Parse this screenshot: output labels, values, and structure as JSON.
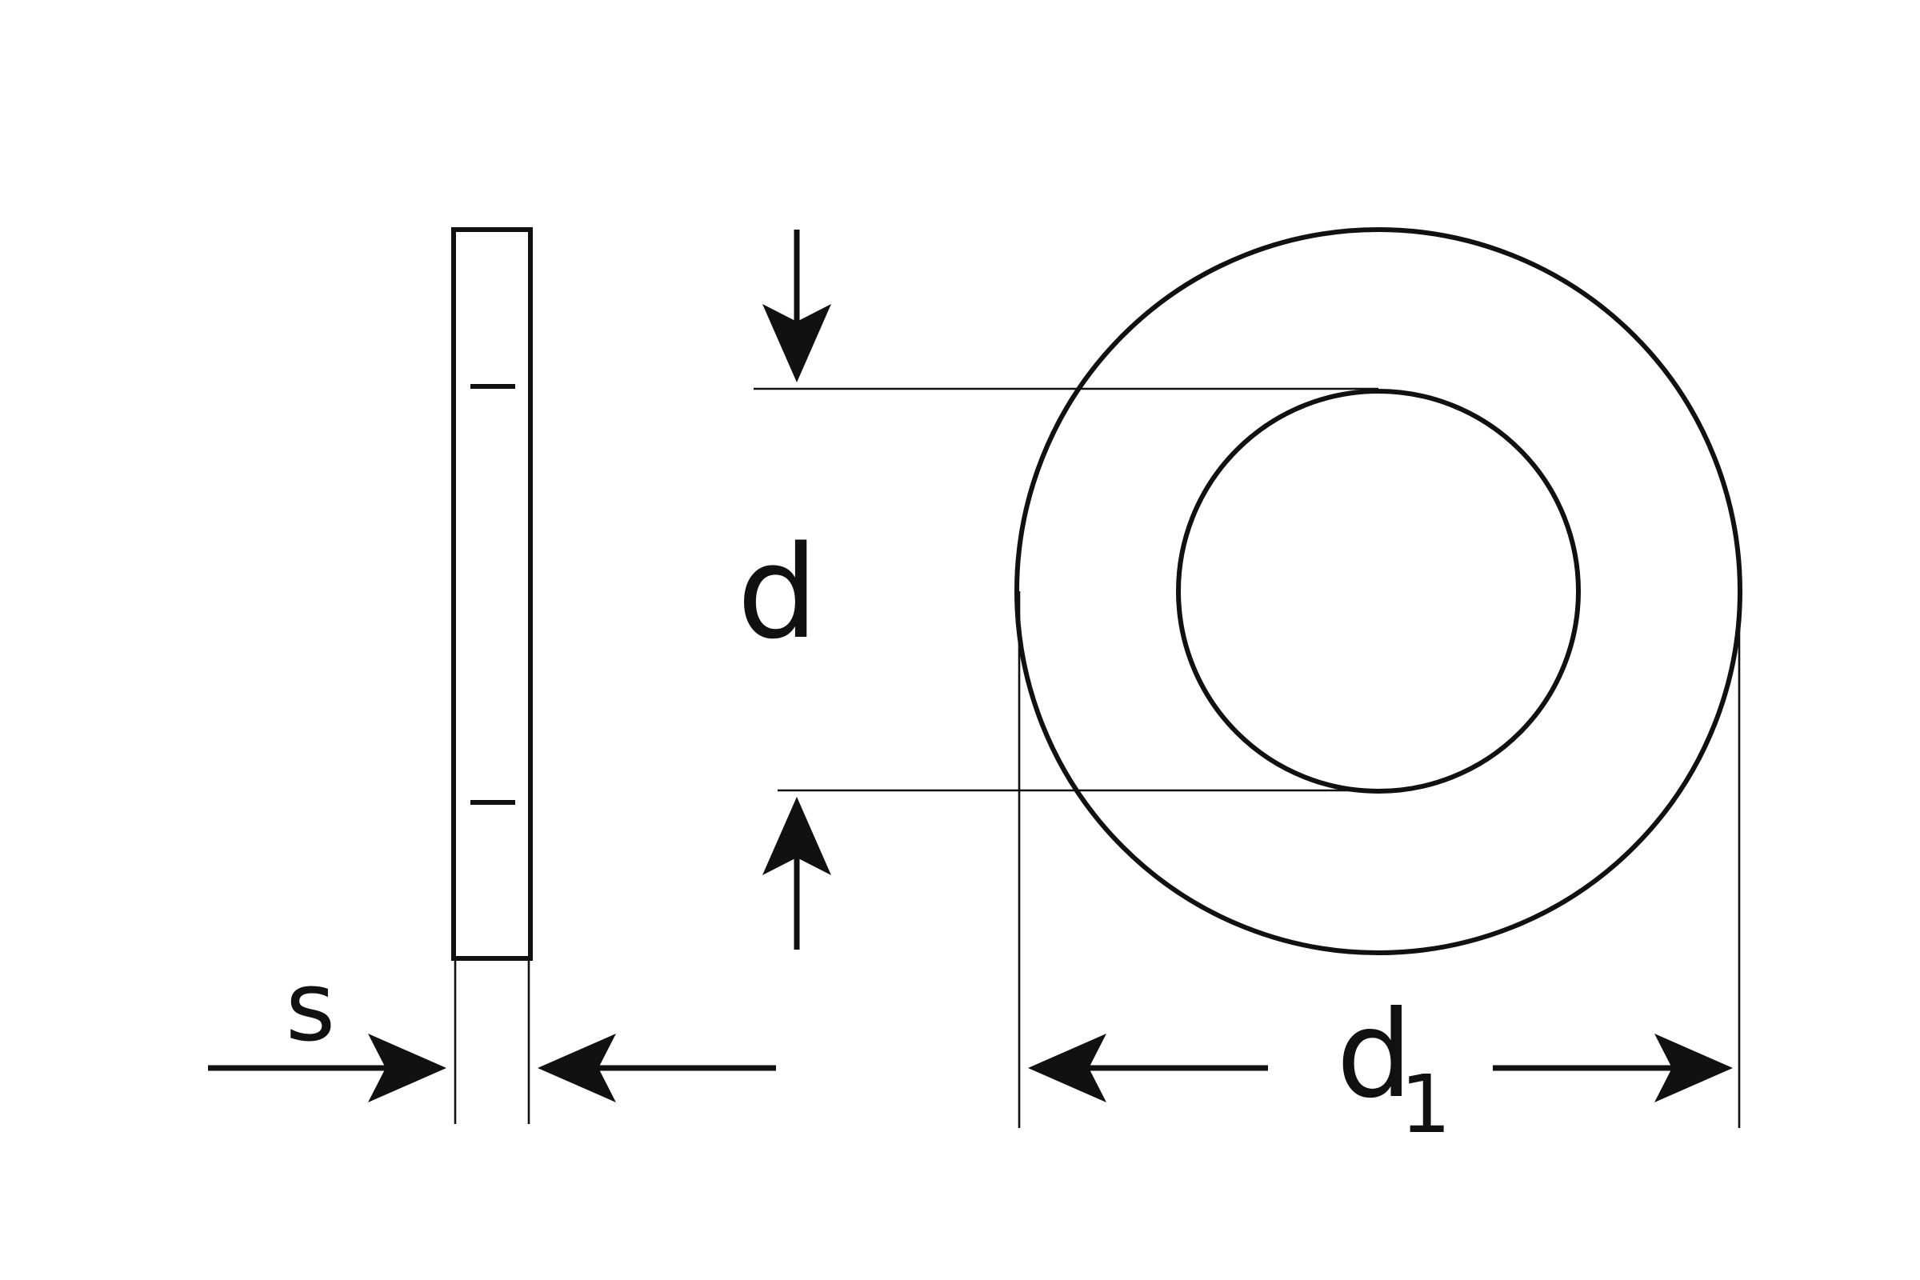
{
  "labels": {
    "thickness": "s",
    "inner_diameter": "d",
    "outer_diameter": "d",
    "outer_diameter_subscript": "1"
  },
  "colors": {
    "line": "#111111",
    "background": "#ffffff"
  }
}
